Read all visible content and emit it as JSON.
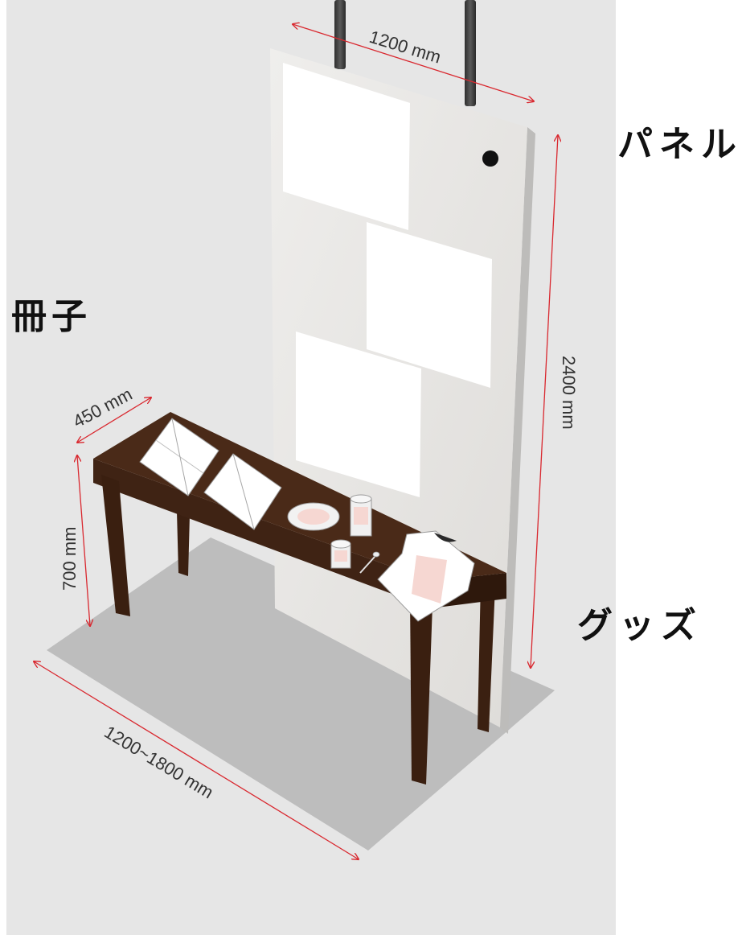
{
  "labels": {
    "panel": "パネル",
    "booklet": "冊子",
    "goods": "グッズ"
  },
  "dimensions": {
    "panel_width": "1200 mm",
    "panel_height": "2400 mm",
    "table_depth": "450 mm",
    "table_height": "700 mm",
    "table_length": "1200~1800 mm"
  },
  "colors": {
    "background": "#e6e6e6",
    "panel": "#e9e8e6",
    "table_wood": "#4a2a18",
    "floor_mat": "#bdbdbd",
    "dimension_line": "#d9282f",
    "accent_pink": "#f6d7d2"
  }
}
